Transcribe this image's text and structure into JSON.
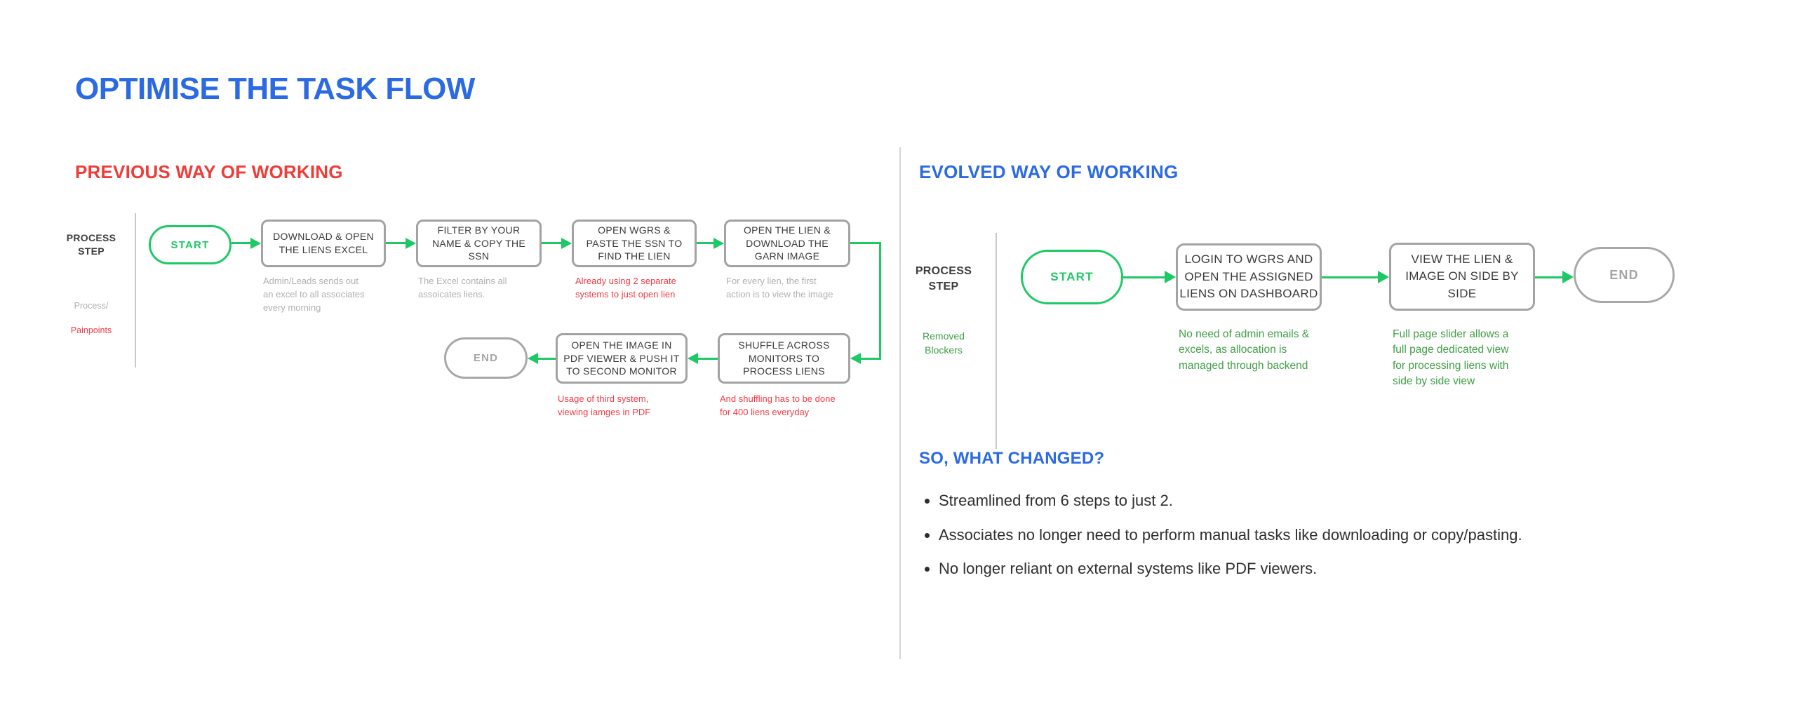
{
  "title": "OPTIMISE THE TASK FLOW",
  "colors": {
    "blue": "#2b6ae3",
    "red": "#ee3d38",
    "red_note": "#f43b45",
    "green": "#1dc964",
    "green_note": "#3f9e46",
    "border": "#a3a3a3",
    "muted": "#b0b0b0"
  },
  "previous": {
    "heading": "PREVIOUS WAY OF WORKING",
    "axis_label": "PROCESS\nSTEP",
    "axis_sub_top": "Process/",
    "axis_sub_bottom": "Painpoints",
    "start": "START",
    "end": "END",
    "steps": [
      {
        "label": "DOWNLOAD & OPEN\nTHE LIENS EXCEL",
        "note": "Admin/Leads sends out\nan excel to all associates\nevery morning",
        "note_kind": "process"
      },
      {
        "label": "FILTER BY YOUR\nNAME & COPY THE\nSSN",
        "note": "The Excel contains all\nassoicates liens.",
        "note_kind": "process"
      },
      {
        "label": "OPEN WGRS &\nPASTE THE SSN TO\nFIND THE LIEN",
        "note": "Already using 2 separate\nsystems to just open lien",
        "note_kind": "painpoint"
      },
      {
        "label": "OPEN THE LIEN &\nDOWNLOAD THE\nGARN IMAGE",
        "note": "For every lien, the first\naction is to view the image",
        "note_kind": "process"
      },
      {
        "label": "SHUFFLE ACROSS\nMONITORS TO\nPROCESS LIENS",
        "note": "And shuffling has to be done\nfor 400 liens everyday",
        "note_kind": "painpoint"
      },
      {
        "label": "OPEN THE IMAGE IN\nPDF VIEWER & PUSH IT\nTO SECOND MONITOR",
        "note": "Usage of third system,\nviewing iamges in PDF",
        "note_kind": "painpoint"
      }
    ]
  },
  "evolved": {
    "heading": "EVOLVED WAY OF WORKING",
    "axis_label": "PROCESS\nSTEP",
    "axis_sub": "Removed\nBlockers",
    "start": "START",
    "end": "END",
    "steps": [
      {
        "label": "LOGIN TO WGRS AND\nOPEN THE ASSIGNED\nLIENS ON DASHBOARD",
        "note": "No need of admin emails &\nexcels, as allocation is\nmanaged through backend"
      },
      {
        "label": "VIEW THE LIEN &\nIMAGE ON SIDE BY\nSIDE",
        "note": "Full page slider allows a\nfull page dedicated view\nfor processing liens with\nside by side view"
      }
    ]
  },
  "changed": {
    "heading": "SO, WHAT CHANGED?",
    "bullets": [
      "Streamlined from 6 steps to just 2.",
      "Associates no longer need to perform manual tasks like downloading or copy/pasting.",
      "No longer reliant on external systems like PDF viewers."
    ]
  }
}
